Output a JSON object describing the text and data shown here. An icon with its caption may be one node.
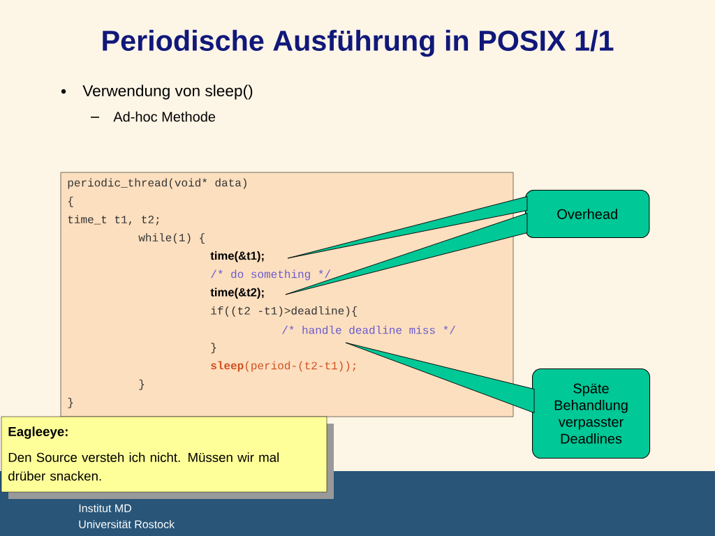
{
  "diagram": {
    "title": "Periodische Ausführung in POSIX 1/1",
    "nodes": [
      {
        "text": [
          "periodic_thread(void* data)",
          "{",
          "time_t t1, t2;",
          "while(1) {",
          "time(&t1);",
          "/* do something */",
          "time(&t2);",
          "if((t2 -t1)>deadline){",
          "/* handle deadline miss */",
          "}",
          "**sleep**(period-(t2-t1));",
          "}",
          "}"
        ]
      },
      {
        "text": [
          "Overhead"
        ]
      },
      {
        "text": [
          "Späte Behandlung verpasster Deadlines"
        ]
      },
      {
        "text": [
          "Eagleeye:",
          "Den Source versteh ich nicht. Müssen wir mal drüber snacken."
        ]
      }
    ],
    "edges": [
      {
        "from": 1,
        "to": null,
        "arrow": "to"
      },
      {
        "from": 1,
        "to": null,
        "arrow": "to"
      },
      {
        "from": 2,
        "to": null,
        "arrow": "to"
      }
    ],
    "labels": [
      "Verwendung von sleep()",
      "Ad-hoc Methode",
      "Institut MD",
      "Universität Rostock"
    ]
  }
}
